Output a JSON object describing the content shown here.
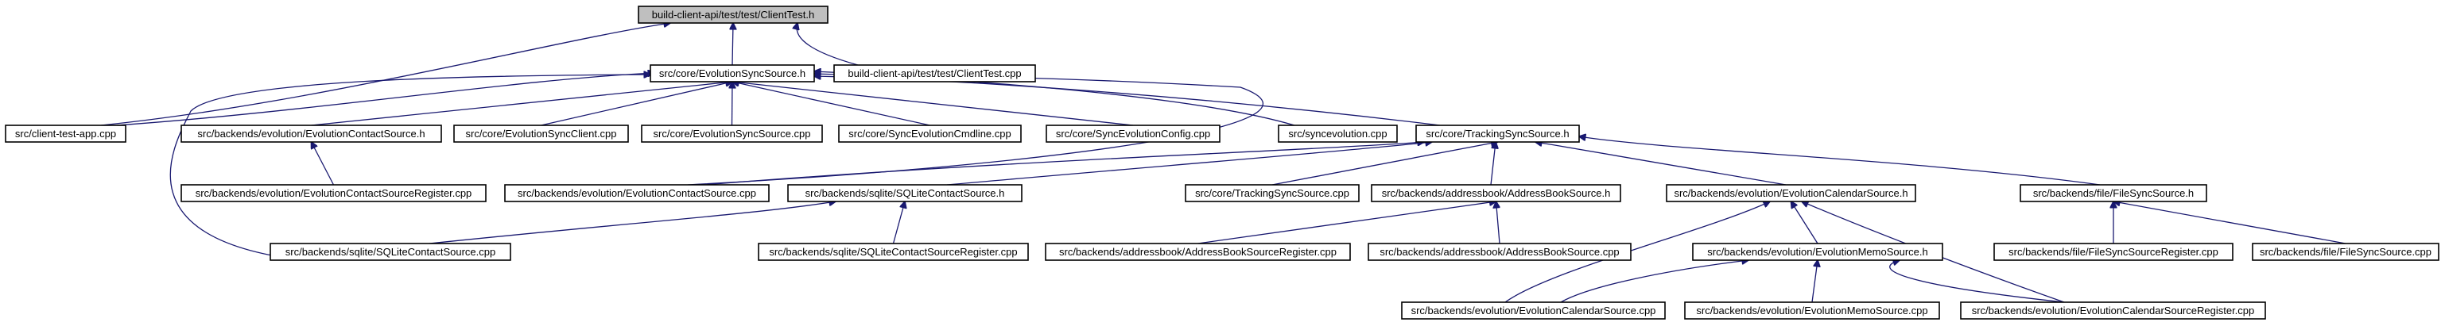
{
  "graph": {
    "root": "build-client-api/test/test/ClientTest.h",
    "colors": {
      "edge": "#191970",
      "node_border": "#000000",
      "root_fill": "#bfbfbf",
      "node_fill": "#ffffff"
    },
    "nodes": [
      {
        "id": "n0",
        "label": "build-client-api/test/test/ClientTest.h"
      },
      {
        "id": "n1",
        "label": "src/core/EvolutionSyncSource.h"
      },
      {
        "id": "n2",
        "label": "build-client-api/test/test/ClientTest.cpp"
      },
      {
        "id": "n3",
        "label": "src/client-test-app.cpp"
      },
      {
        "id": "n4",
        "label": "src/backends/evolution/EvolutionContactSource.h"
      },
      {
        "id": "n5",
        "label": "src/core/EvolutionSyncClient.cpp"
      },
      {
        "id": "n6",
        "label": "src/core/EvolutionSyncSource.cpp"
      },
      {
        "id": "n7",
        "label": "src/core/SyncEvolutionCmdline.cpp"
      },
      {
        "id": "n8",
        "label": "src/core/SyncEvolutionConfig.cpp"
      },
      {
        "id": "n9",
        "label": "src/syncevolution.cpp"
      },
      {
        "id": "n10",
        "label": "src/core/TrackingSyncSource.h"
      },
      {
        "id": "n11",
        "label": "src/backends/evolution/EvolutionContactSourceRegister.cpp"
      },
      {
        "id": "n12",
        "label": "src/backends/evolution/EvolutionContactSource.cpp"
      },
      {
        "id": "n13",
        "label": "src/backends/sqlite/SQLiteContactSource.h"
      },
      {
        "id": "n14",
        "label": "src/core/TrackingSyncSource.cpp"
      },
      {
        "id": "n15",
        "label": "src/backends/addressbook/AddressBookSource.h"
      },
      {
        "id": "n16",
        "label": "src/backends/evolution/EvolutionCalendarSource.h"
      },
      {
        "id": "n17",
        "label": "src/backends/file/FileSyncSource.h"
      },
      {
        "id": "n18",
        "label": "src/backends/sqlite/SQLiteContactSource.cpp"
      },
      {
        "id": "n19",
        "label": "src/backends/sqlite/SQLiteContactSourceRegister.cpp"
      },
      {
        "id": "n20",
        "label": "src/backends/addressbook/AddressBookSourceRegister.cpp"
      },
      {
        "id": "n21",
        "label": "src/backends/addressbook/AddressBookSource.cpp"
      },
      {
        "id": "n22",
        "label": "src/backends/evolution/EvolutionMemoSource.h"
      },
      {
        "id": "n23",
        "label": "src/backends/file/FileSyncSourceRegister.cpp"
      },
      {
        "id": "n24",
        "label": "src/backends/file/FileSyncSource.cpp"
      },
      {
        "id": "n25",
        "label": "src/backends/evolution/EvolutionCalendarSource.cpp"
      },
      {
        "id": "n26",
        "label": "src/backends/evolution/EvolutionMemoSource.cpp"
      },
      {
        "id": "n27",
        "label": "src/backends/evolution/EvolutionCalendarSourceRegister.cpp"
      }
    ],
    "edges": [
      {
        "from": "n1",
        "to": "n0"
      },
      {
        "from": "n2",
        "to": "n0"
      },
      {
        "from": "n3",
        "to": "n0"
      },
      {
        "from": "n3",
        "to": "n1"
      },
      {
        "from": "n4",
        "to": "n1"
      },
      {
        "from": "n5",
        "to": "n1"
      },
      {
        "from": "n6",
        "to": "n1"
      },
      {
        "from": "n7",
        "to": "n1"
      },
      {
        "from": "n8",
        "to": "n1"
      },
      {
        "from": "n9",
        "to": "n1"
      },
      {
        "from": "n10",
        "to": "n1"
      },
      {
        "from": "n12",
        "to": "n1"
      },
      {
        "from": "n18",
        "to": "n1"
      },
      {
        "from": "n11",
        "to": "n4"
      },
      {
        "from": "n12",
        "to": "n10"
      },
      {
        "from": "n13",
        "to": "n10"
      },
      {
        "from": "n14",
        "to": "n10"
      },
      {
        "from": "n15",
        "to": "n10"
      },
      {
        "from": "n16",
        "to": "n10"
      },
      {
        "from": "n17",
        "to": "n10"
      },
      {
        "from": "n18",
        "to": "n13"
      },
      {
        "from": "n19",
        "to": "n13"
      },
      {
        "from": "n20",
        "to": "n15"
      },
      {
        "from": "n21",
        "to": "n15"
      },
      {
        "from": "n22",
        "to": "n16"
      },
      {
        "from": "n25",
        "to": "n16"
      },
      {
        "from": "n27",
        "to": "n16"
      },
      {
        "from": "n23",
        "to": "n17"
      },
      {
        "from": "n24",
        "to": "n17"
      },
      {
        "from": "n25",
        "to": "n22"
      },
      {
        "from": "n26",
        "to": "n22"
      },
      {
        "from": "n27",
        "to": "n22"
      }
    ]
  }
}
